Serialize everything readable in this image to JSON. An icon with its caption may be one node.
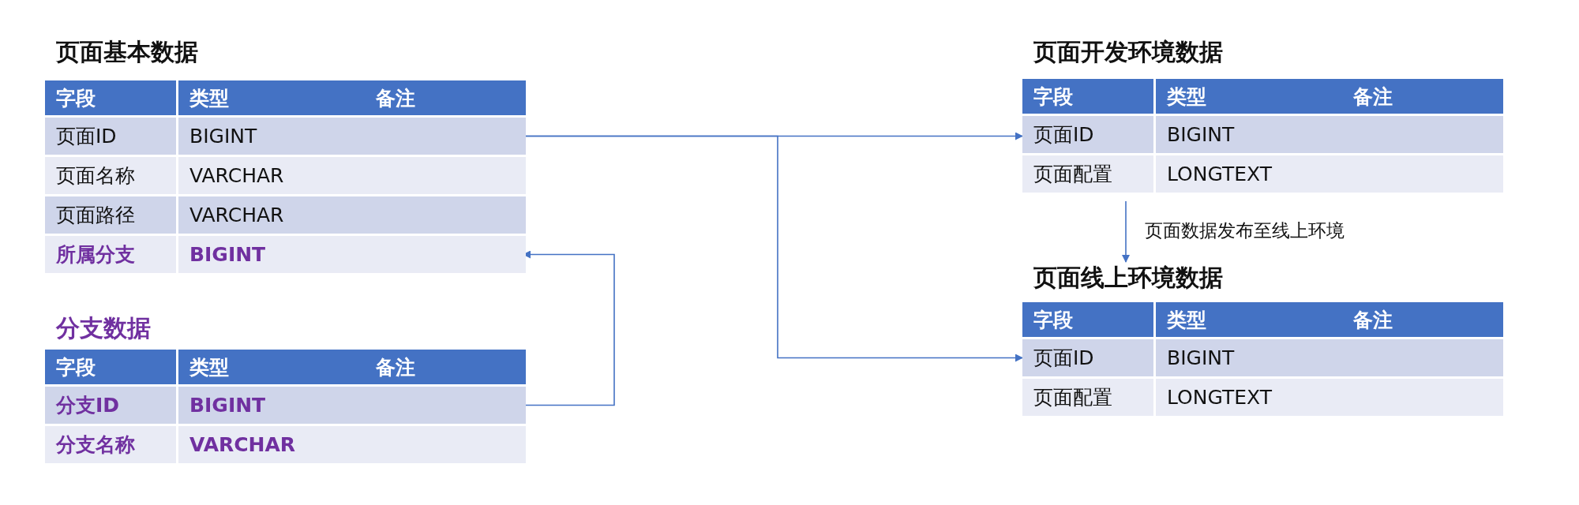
{
  "diagram": {
    "nodes": [
      {
        "text": [
          "页面基本数据",
          "字段",
          "类型",
          "备注",
          "页面ID",
          "BIGINT",
          "页面名称",
          "VARCHAR",
          "页面路径",
          "VARCHAR",
          "所属分支",
          "BIGINT"
        ]
      },
      {
        "text": [
          "分支数据",
          "字段",
          "类型",
          "备注",
          "分支ID",
          "BIGINT",
          "分支名称",
          "VARCHAR"
        ]
      },
      {
        "text": [
          "页面开发环境数据",
          "字段",
          "类型",
          "备注",
          "页面ID",
          "BIGINT",
          "页面配置",
          "LONGTEXT"
        ]
      },
      {
        "text": [
          "页面线上环境数据",
          "字段",
          "类型",
          "备注",
          "页面ID",
          "BIGINT",
          "页面配置",
          "LONGTEXT"
        ]
      }
    ],
    "edges": [
      {
        "from": 0,
        "to": 2,
        "arrow": "to"
      },
      {
        "from": 0,
        "to": 3,
        "arrow": "to"
      },
      {
        "from": 1,
        "to": 0,
        "arrow": "to"
      },
      {
        "from": 2,
        "to": 3,
        "arrow": "to",
        "label": "页面数据发布至线上环境"
      }
    ]
  }
}
